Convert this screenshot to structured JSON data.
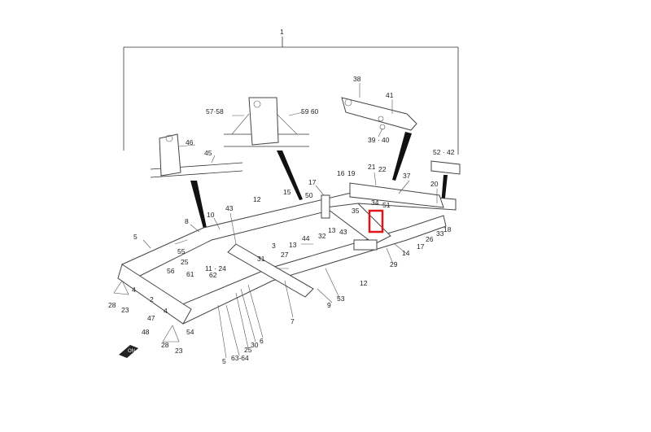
{
  "diagram": {
    "title_number": "1",
    "highlight_color": "#e0141b",
    "highlighted_part": "9",
    "direction_marker": "ON",
    "labels": [
      "57·58",
      "59 60",
      "46",
      "45",
      "38",
      "41",
      "39 · 40",
      "52 · 42",
      "17",
      "16",
      "19",
      "21",
      "22",
      "37",
      "20",
      "12",
      "15",
      "50",
      "35",
      "34",
      "51",
      "10",
      "43",
      "8",
      "5",
      "55",
      "3",
      "44",
      "32",
      "13",
      "43",
      "13",
      "25",
      "11 · 24",
      "56",
      "61",
      "62",
      "27",
      "31",
      "12",
      "14",
      "29",
      "17",
      "26",
      "33",
      "18",
      "53",
      "9",
      "7",
      "4",
      "2",
      "4",
      "47",
      "28",
      "23",
      "48",
      "28",
      "23",
      "54",
      "5",
      "63-64",
      "25",
      "30",
      "6"
    ]
  }
}
